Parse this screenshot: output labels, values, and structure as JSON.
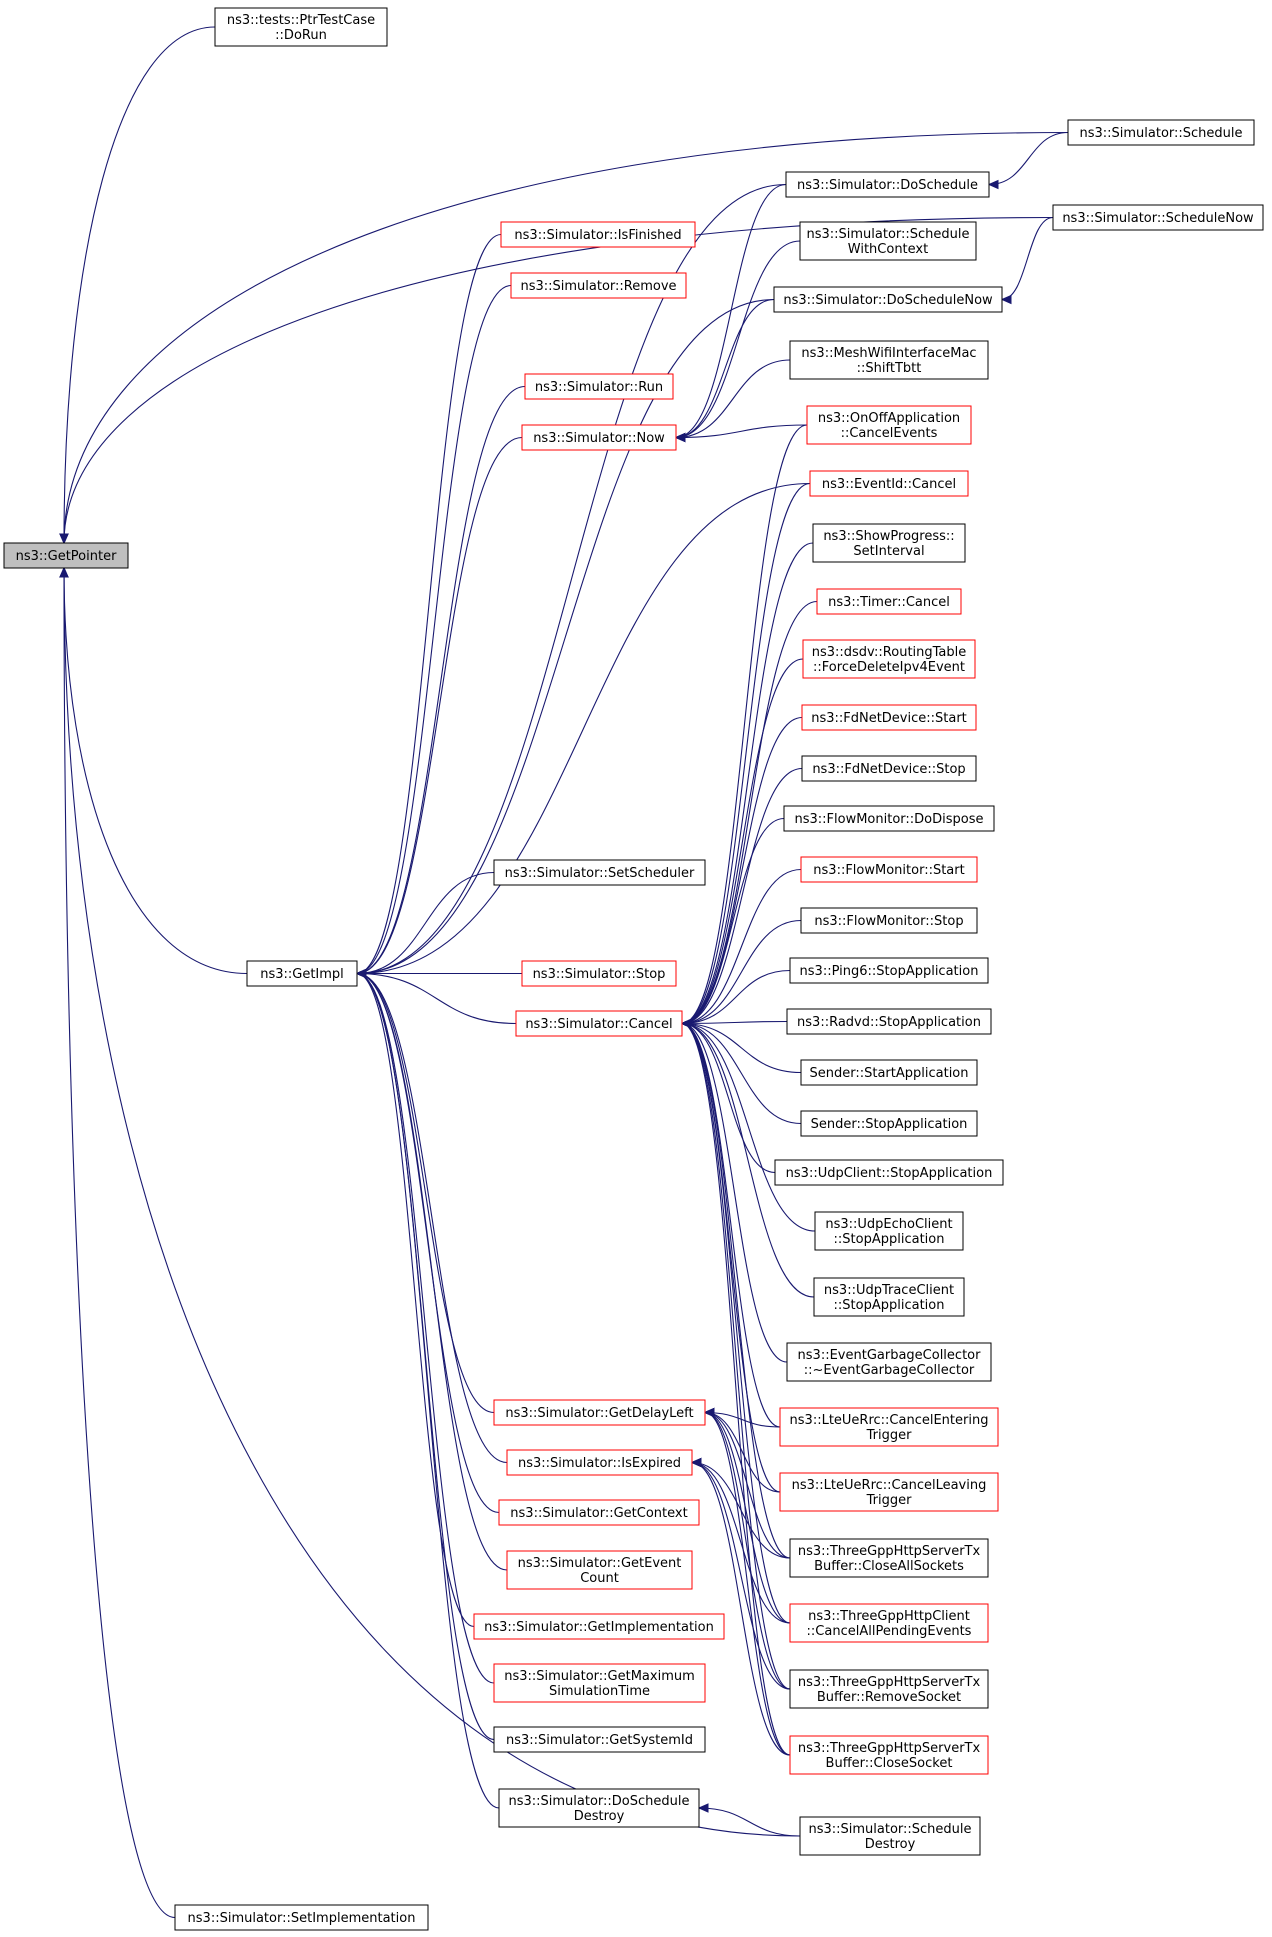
{
  "colors": {
    "edge": "#191970",
    "border_normal": "#000000",
    "border_highlight": "#ff0000",
    "fill_root": "#bfbfbf",
    "fill_normal": "#ffffff"
  },
  "nodes": [
    {
      "id": "getpointer",
      "lines": [
        "ns3::GetPointer"
      ],
      "style": "root"
    },
    {
      "id": "ptrtest",
      "lines": [
        "ns3::tests::PtrTestCase",
        "::DoRun"
      ],
      "style": "normal"
    },
    {
      "id": "getimpl",
      "lines": [
        "ns3::GetImpl"
      ],
      "style": "normal"
    },
    {
      "id": "setimpl",
      "lines": [
        "ns3::Simulator::SetImplementation"
      ],
      "style": "normal"
    },
    {
      "id": "isfinished",
      "lines": [
        "ns3::Simulator::IsFinished"
      ],
      "style": "red"
    },
    {
      "id": "remove",
      "lines": [
        "ns3::Simulator::Remove"
      ],
      "style": "red"
    },
    {
      "id": "run",
      "lines": [
        "ns3::Simulator::Run"
      ],
      "style": "red"
    },
    {
      "id": "now",
      "lines": [
        "ns3::Simulator::Now"
      ],
      "style": "red"
    },
    {
      "id": "setsched",
      "lines": [
        "ns3::Simulator::SetScheduler"
      ],
      "style": "normal"
    },
    {
      "id": "stop",
      "lines": [
        "ns3::Simulator::Stop"
      ],
      "style": "red"
    },
    {
      "id": "cancel",
      "lines": [
        "ns3::Simulator::Cancel"
      ],
      "style": "red"
    },
    {
      "id": "getdelay",
      "lines": [
        "ns3::Simulator::GetDelayLeft"
      ],
      "style": "red"
    },
    {
      "id": "isexpired",
      "lines": [
        "ns3::Simulator::IsExpired"
      ],
      "style": "red"
    },
    {
      "id": "getcontext",
      "lines": [
        "ns3::Simulator::GetContext"
      ],
      "style": "red"
    },
    {
      "id": "geteventcount",
      "lines": [
        "ns3::Simulator::GetEvent",
        "Count"
      ],
      "style": "red"
    },
    {
      "id": "getimplementation",
      "lines": [
        "ns3::Simulator::GetImplementation"
      ],
      "style": "red"
    },
    {
      "id": "getmax",
      "lines": [
        "ns3::Simulator::GetMaximum",
        "SimulationTime"
      ],
      "style": "red"
    },
    {
      "id": "getsysid",
      "lines": [
        "ns3::Simulator::GetSystemId"
      ],
      "style": "normal"
    },
    {
      "id": "doschedulezdestroy",
      "lines": [
        "ns3::Simulator::DoSchedule",
        "Destroy"
      ],
      "style": "normal"
    },
    {
      "id": "doschedule",
      "lines": [
        "ns3::Simulator::DoSchedule"
      ],
      "style": "normal"
    },
    {
      "id": "schedwithctx",
      "lines": [
        "ns3::Simulator::Schedule",
        "WithContext"
      ],
      "style": "normal"
    },
    {
      "id": "doschednow",
      "lines": [
        "ns3::Simulator::DoScheduleNow"
      ],
      "style": "normal"
    },
    {
      "id": "meshwifi",
      "lines": [
        "ns3::MeshWifiInterfaceMac",
        "::ShiftTbtt"
      ],
      "style": "normal"
    },
    {
      "id": "onoff",
      "lines": [
        "ns3::OnOffApplication",
        "::CancelEvents"
      ],
      "style": "red"
    },
    {
      "id": "eventidcancel",
      "lines": [
        "ns3::EventId::Cancel"
      ],
      "style": "red"
    },
    {
      "id": "showprogress",
      "lines": [
        "ns3::ShowProgress::",
        "SetInterval"
      ],
      "style": "normal"
    },
    {
      "id": "timercancel",
      "lines": [
        "ns3::Timer::Cancel"
      ],
      "style": "red"
    },
    {
      "id": "dsdv",
      "lines": [
        "ns3::dsdv::RoutingTable",
        "::ForceDeleteIpv4Event"
      ],
      "style": "red"
    },
    {
      "id": "fdstart",
      "lines": [
        "ns3::FdNetDevice::Start"
      ],
      "style": "red"
    },
    {
      "id": "fdstop",
      "lines": [
        "ns3::FdNetDevice::Stop"
      ],
      "style": "normal"
    },
    {
      "id": "fmdispose",
      "lines": [
        "ns3::FlowMonitor::DoDispose"
      ],
      "style": "normal"
    },
    {
      "id": "fmstart",
      "lines": [
        "ns3::FlowMonitor::Start"
      ],
      "style": "red"
    },
    {
      "id": "fmstop",
      "lines": [
        "ns3::FlowMonitor::Stop"
      ],
      "style": "normal"
    },
    {
      "id": "ping6",
      "lines": [
        "ns3::Ping6::StopApplication"
      ],
      "style": "normal"
    },
    {
      "id": "radvd",
      "lines": [
        "ns3::Radvd::StopApplication"
      ],
      "style": "normal"
    },
    {
      "id": "senderstart",
      "lines": [
        "Sender::StartApplication"
      ],
      "style": "normal"
    },
    {
      "id": "senderstop",
      "lines": [
        "Sender::StopApplication"
      ],
      "style": "normal"
    },
    {
      "id": "udpclient",
      "lines": [
        "ns3::UdpClient::StopApplication"
      ],
      "style": "normal"
    },
    {
      "id": "udpecho",
      "lines": [
        "ns3::UdpEchoClient",
        "::StopApplication"
      ],
      "style": "normal"
    },
    {
      "id": "udptrace",
      "lines": [
        "ns3::UdpTraceClient",
        "::StopApplication"
      ],
      "style": "normal"
    },
    {
      "id": "gc",
      "lines": [
        "ns3::EventGarbageCollector",
        "::~EventGarbageCollector"
      ],
      "style": "normal"
    },
    {
      "id": "lteentering",
      "lines": [
        "ns3::LteUeRrc::CancelEntering",
        "Trigger"
      ],
      "style": "red"
    },
    {
      "id": "lteleaving",
      "lines": [
        "ns3::LteUeRrc::CancelLeaving",
        "Trigger"
      ],
      "style": "red"
    },
    {
      "id": "closeall",
      "lines": [
        "ns3::ThreeGppHttpServerTx",
        "Buffer::CloseAllSockets"
      ],
      "style": "normal"
    },
    {
      "id": "cancelpending",
      "lines": [
        "ns3::ThreeGppHttpClient",
        "::CancelAllPendingEvents"
      ],
      "style": "red"
    },
    {
      "id": "removesocket",
      "lines": [
        "ns3::ThreeGppHttpServerTx",
        "Buffer::RemoveSocket"
      ],
      "style": "normal"
    },
    {
      "id": "closesocket",
      "lines": [
        "ns3::ThreeGppHttpServerTx",
        "Buffer::CloseSocket"
      ],
      "style": "red"
    },
    {
      "id": "scheduledestroy",
      "lines": [
        "ns3::Simulator::Schedule",
        "Destroy"
      ],
      "style": "normal"
    },
    {
      "id": "schedule",
      "lines": [
        "ns3::Simulator::Schedule"
      ],
      "style": "normal"
    },
    {
      "id": "schedulenow",
      "lines": [
        "ns3::Simulator::ScheduleNow"
      ],
      "style": "normal"
    }
  ],
  "edges": [
    {
      "from": "getpointer",
      "to": "ptrtest"
    },
    {
      "from": "getpointer",
      "to": "schedule"
    },
    {
      "from": "getpointer",
      "to": "schedulenow"
    },
    {
      "from": "getpointer",
      "to": "getimpl"
    },
    {
      "from": "getpointer",
      "to": "scheduledestroy"
    },
    {
      "from": "getpointer",
      "to": "setimpl"
    },
    {
      "from": "getimpl",
      "to": "doschedule"
    },
    {
      "from": "getimpl",
      "to": "isfinished"
    },
    {
      "from": "getimpl",
      "to": "remove"
    },
    {
      "from": "getimpl",
      "to": "doschednow"
    },
    {
      "from": "getimpl",
      "to": "run"
    },
    {
      "from": "getimpl",
      "to": "now"
    },
    {
      "from": "getimpl",
      "to": "setsched"
    },
    {
      "from": "getimpl",
      "to": "eventidcancel"
    },
    {
      "from": "getimpl",
      "to": "stop"
    },
    {
      "from": "getimpl",
      "to": "cancel"
    },
    {
      "from": "getimpl",
      "to": "getdelay"
    },
    {
      "from": "getimpl",
      "to": "isexpired"
    },
    {
      "from": "getimpl",
      "to": "getcontext"
    },
    {
      "from": "getimpl",
      "to": "geteventcount"
    },
    {
      "from": "getimpl",
      "to": "getimplementation"
    },
    {
      "from": "getimpl",
      "to": "getmax"
    },
    {
      "from": "getimpl",
      "to": "getsysid"
    },
    {
      "from": "getimpl",
      "to": "doschedulezdestroy"
    },
    {
      "from": "doschedule",
      "to": "schedule"
    },
    {
      "from": "doschednow",
      "to": "schedulenow"
    },
    {
      "from": "doschedulezdestroy",
      "to": "scheduledestroy"
    },
    {
      "from": "now",
      "to": "doschedule"
    },
    {
      "from": "now",
      "to": "schedwithctx"
    },
    {
      "from": "now",
      "to": "doschednow"
    },
    {
      "from": "now",
      "to": "meshwifi"
    },
    {
      "from": "now",
      "to": "onoff"
    },
    {
      "from": "cancel",
      "to": "onoff"
    },
    {
      "from": "cancel",
      "to": "eventidcancel"
    },
    {
      "from": "cancel",
      "to": "showprogress"
    },
    {
      "from": "cancel",
      "to": "timercancel"
    },
    {
      "from": "cancel",
      "to": "dsdv"
    },
    {
      "from": "cancel",
      "to": "fdstart"
    },
    {
      "from": "cancel",
      "to": "fdstop"
    },
    {
      "from": "cancel",
      "to": "fmdispose"
    },
    {
      "from": "cancel",
      "to": "fmstart"
    },
    {
      "from": "cancel",
      "to": "fmstop"
    },
    {
      "from": "cancel",
      "to": "ping6"
    },
    {
      "from": "cancel",
      "to": "radvd"
    },
    {
      "from": "cancel",
      "to": "senderstart"
    },
    {
      "from": "cancel",
      "to": "senderstop"
    },
    {
      "from": "cancel",
      "to": "udpclient"
    },
    {
      "from": "cancel",
      "to": "udpecho"
    },
    {
      "from": "cancel",
      "to": "udptrace"
    },
    {
      "from": "cancel",
      "to": "gc"
    },
    {
      "from": "cancel",
      "to": "lteentering"
    },
    {
      "from": "cancel",
      "to": "lteleaving"
    },
    {
      "from": "cancel",
      "to": "closeall"
    },
    {
      "from": "cancel",
      "to": "cancelpending"
    },
    {
      "from": "cancel",
      "to": "removesocket"
    },
    {
      "from": "cancel",
      "to": "closesocket"
    },
    {
      "from": "getdelay",
      "to": "lteentering"
    },
    {
      "from": "getdelay",
      "to": "lteleaving"
    },
    {
      "from": "getdelay",
      "to": "closeall"
    },
    {
      "from": "getdelay",
      "to": "cancelpending"
    },
    {
      "from": "getdelay",
      "to": "removesocket"
    },
    {
      "from": "getdelay",
      "to": "closesocket"
    },
    {
      "from": "isexpired",
      "to": "closeall"
    },
    {
      "from": "isexpired",
      "to": "cancelpending"
    },
    {
      "from": "isexpired",
      "to": "removesocket"
    },
    {
      "from": "isexpired",
      "to": "closesocket"
    }
  ]
}
